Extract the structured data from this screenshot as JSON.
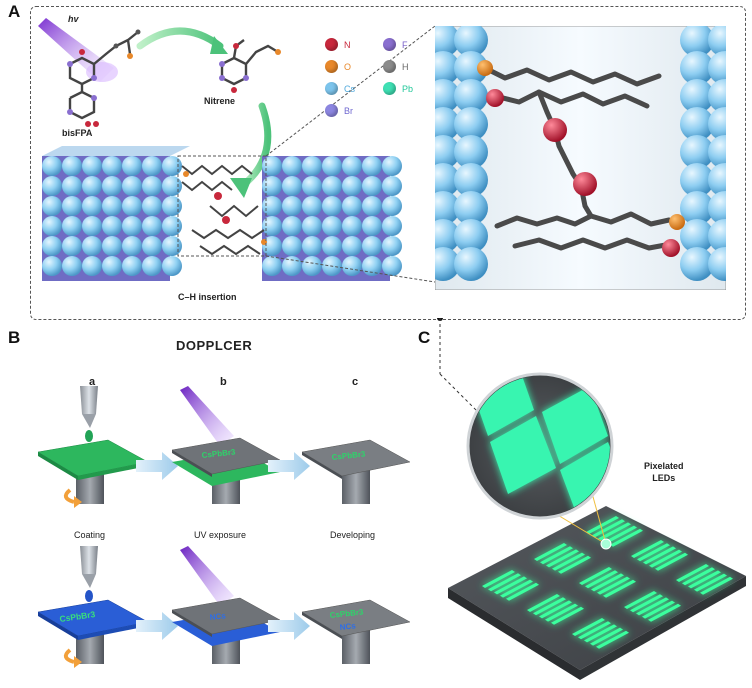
{
  "panels": {
    "a_letter": "A",
    "b_letter": "B",
    "c_letter": "C"
  },
  "panel_a": {
    "hv_label": "hv",
    "molecule1_label": "bisFPA",
    "molecule2_label": "Nitrene",
    "insertion_label": "C–H insertion",
    "legend": [
      {
        "symbol": "N",
        "color": "#c8283c"
      },
      {
        "symbol": "F",
        "color": "#8a6fd0"
      },
      {
        "symbol": "O",
        "color": "#e8882a"
      },
      {
        "symbol": "H",
        "color": "#8c8c8c"
      },
      {
        "symbol": "Cs",
        "color": "#7cc4ec"
      },
      {
        "symbol": "Pb",
        "color": "#3fe0b4"
      },
      {
        "symbol": "Br",
        "color": "#8c86e0"
      }
    ]
  },
  "panel_b": {
    "title": "DOPPLCER",
    "steps": [
      {
        "letter": "a",
        "caption": "Coating"
      },
      {
        "letter": "b",
        "caption": "UV exposure"
      },
      {
        "letter": "c",
        "caption": "Developing"
      }
    ],
    "row1_text": "CsPbBr3",
    "row2_text_a": "CsPbBr3",
    "row2_text_b": "NCs",
    "row2_text_c1": "CsPbBr3",
    "row2_text_c2": "NCs"
  },
  "panel_c": {
    "label_line1": "Pixelated",
    "label_line2": "LEDs"
  },
  "colors": {
    "accent_green": "#3aff9e",
    "uv_purple": "#9b4de0",
    "cs_blue": "#8fd0f2",
    "br_purple": "#7f78d8"
  }
}
